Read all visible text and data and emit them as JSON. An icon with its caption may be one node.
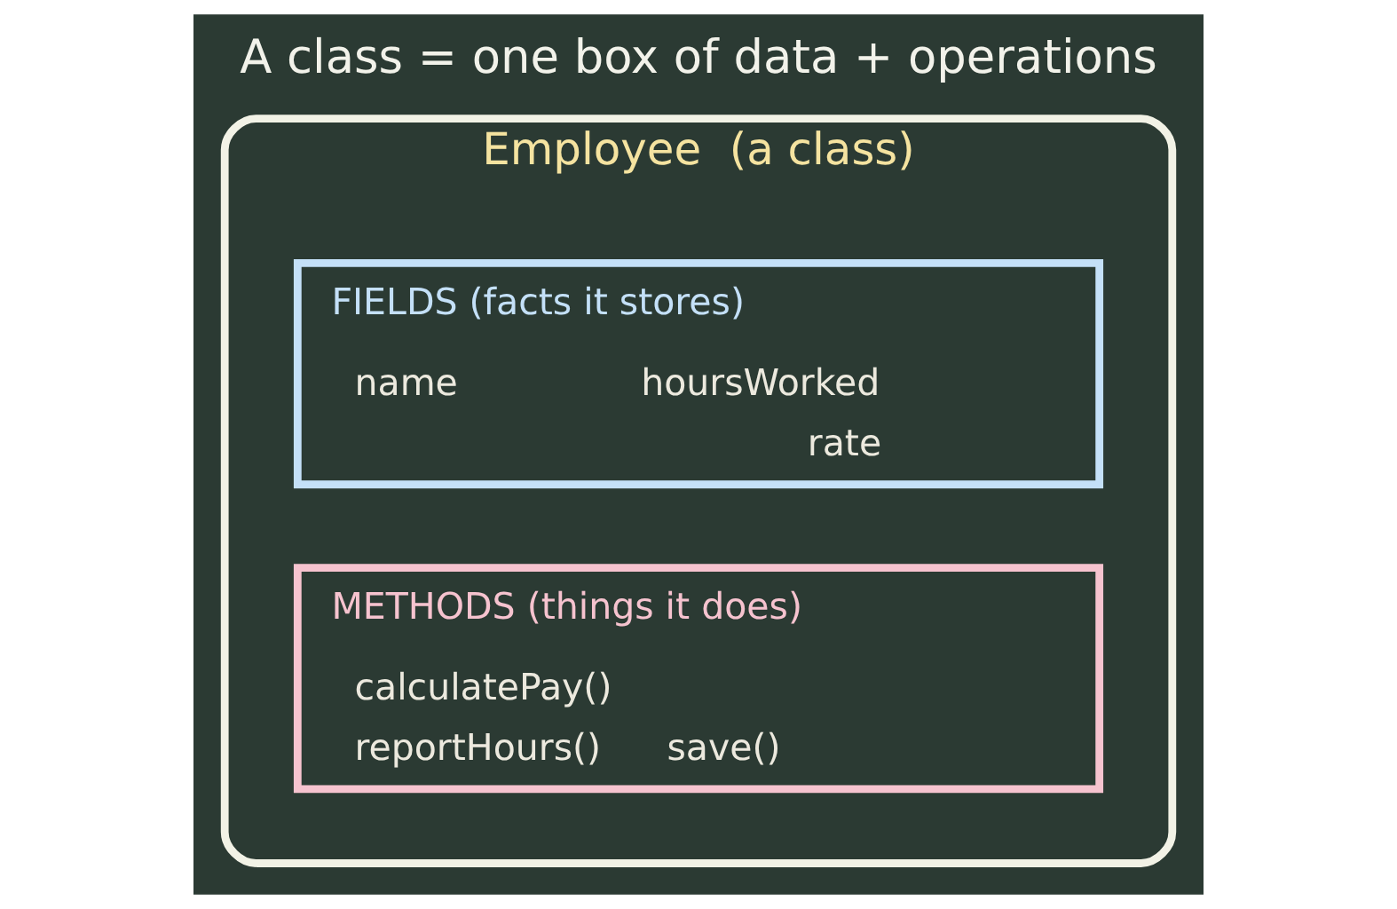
{
  "diagram": {
    "title": "A class = one box of data + operations",
    "nodes": [
      {
        "text": [
          "Employee  (a class)"
        ]
      },
      {
        "text": [
          "FIELDS (facts it stores)",
          "name",
          "hoursWorked",
          "rate"
        ],
        "in": 0
      },
      {
        "text": [
          "METHODS (things it does)",
          "calculatePay()",
          "reportHours()",
          "save()"
        ],
        "in": 0
      }
    ],
    "edges": []
  }
}
